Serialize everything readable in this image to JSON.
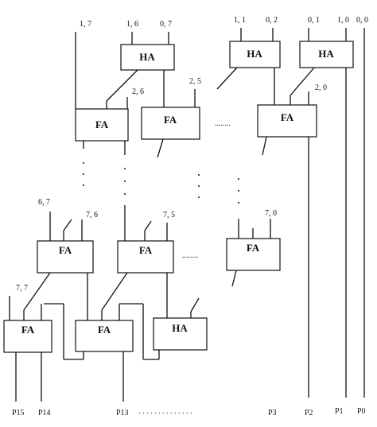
{
  "blocks": {
    "ha_top_left": "HA",
    "ha_top_mid": "HA",
    "ha_top_right": "HA",
    "fa_r1_a": "FA",
    "fa_r1_b": "FA",
    "fa_r1_c": "FA",
    "fa_r2_a": "FA",
    "fa_r2_b": "FA",
    "fa_r2_c": "FA",
    "fa_r3_a": "FA",
    "fa_r3_b": "FA",
    "ha_r3": "HA"
  },
  "inputs": {
    "in_1_7": "1, 7",
    "in_1_6": "1, 6",
    "in_0_7": "0, 7",
    "in_1_1": "1, 1",
    "in_0_2": "0, 2",
    "in_0_1": "0, 1",
    "in_1_0": "1, 0",
    "in_0_0": "0, 0",
    "in_2_6": "2, 6",
    "in_2_5": "2, 5",
    "in_2_0": "2, 0",
    "in_6_7": "6, 7",
    "in_7_6": "7, 6",
    "in_7_5": "7, 5",
    "in_7_0": "7, 0",
    "in_7_7": "7, 7"
  },
  "outputs": {
    "p15": "P15",
    "p14": "P14",
    "p13": "P13",
    "p3": "P3",
    "p2": "P2",
    "p1": "P1",
    "p0": "P0"
  },
  "ellipsis": {
    "row1": "........",
    "row2": "........",
    "bottom": ". . . . . . . . . . . . . ."
  }
}
